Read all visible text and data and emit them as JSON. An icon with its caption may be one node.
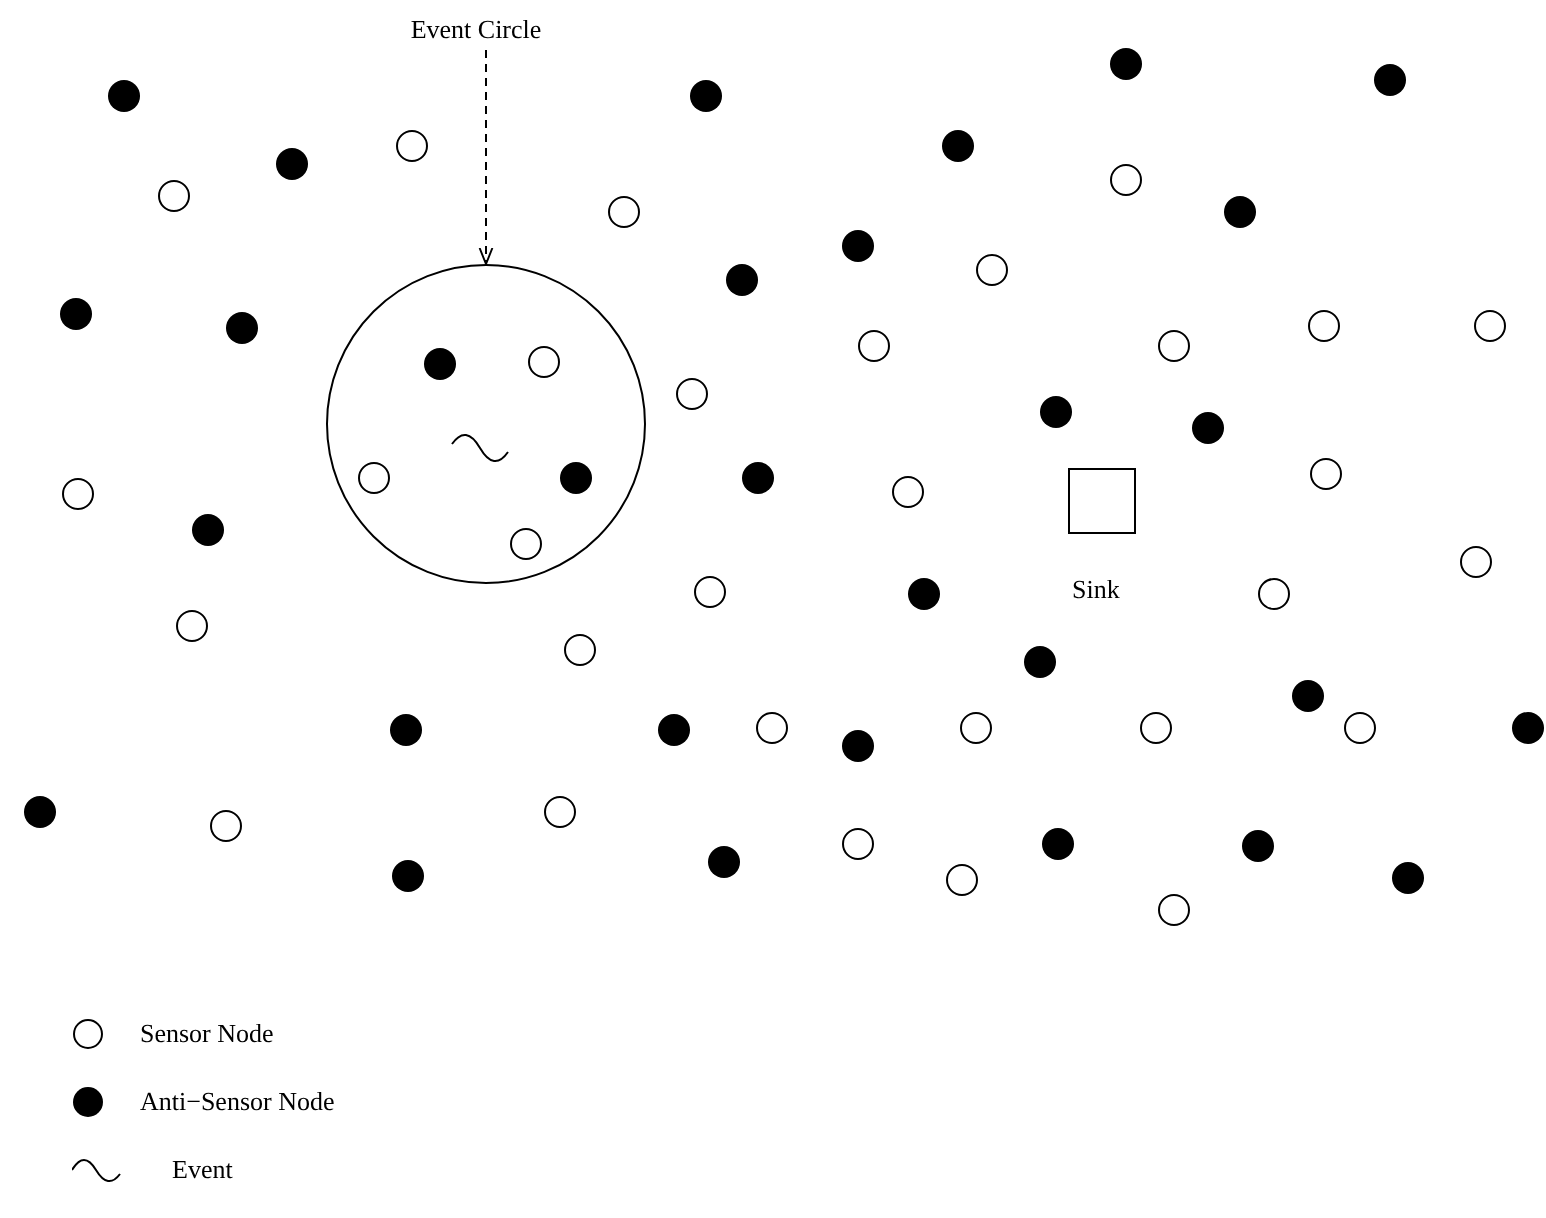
{
  "diagram": {
    "nodes": [
      {
        "text": [
          "Event Circle"
        ]
      },
      {
        "text": [],
        "shape": "circle"
      },
      {
        "text": [],
        "shape": "box",
        "beside": [
          "Sink"
        ]
      }
    ],
    "edges": [
      {
        "from": 0,
        "to": 1,
        "arrow": "to",
        "style": "dashed"
      }
    ],
    "legend": [
      {
        "text": "Sensor Node"
      },
      {
        "text": "Anti−Sensor Node"
      },
      {
        "text": "Event"
      }
    ]
  }
}
